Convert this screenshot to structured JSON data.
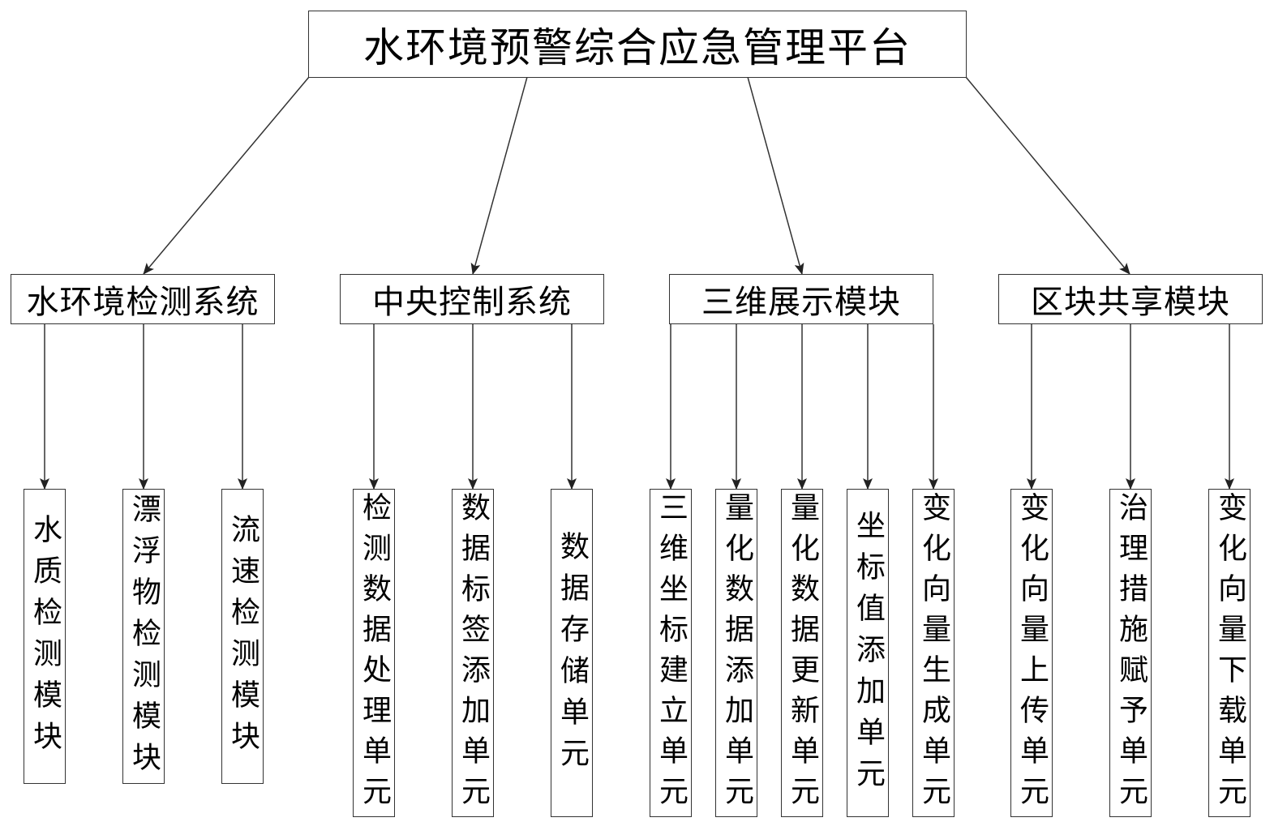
{
  "root": {
    "label": "水环境预警综合应急管理平台"
  },
  "systems": [
    {
      "label": "水环境检测系统",
      "units": [
        "水质检测模块",
        "漂浮物检测模块",
        "流速检测模块"
      ]
    },
    {
      "label": "中央控制系统",
      "units": [
        "检测数据处理单元",
        "数据标签添加单元",
        "数据存储单元"
      ]
    },
    {
      "label": "三维展示模块",
      "units": [
        "三维坐标建立单元",
        "量化数据添加单元",
        "量化数据更新单元",
        "坐标值添加单元",
        "变化向量生成单元"
      ]
    },
    {
      "label": "区块共享模块",
      "units": [
        "变化向量上传单元",
        "治理措施赋予单元",
        "变化向量下载单元"
      ]
    }
  ]
}
